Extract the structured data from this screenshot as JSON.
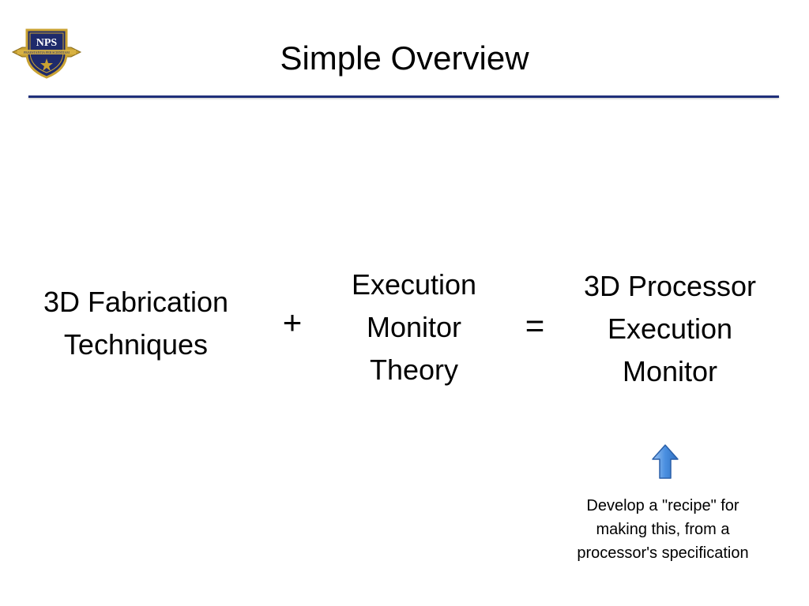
{
  "slide": {
    "title": "Simple Overview",
    "logo": {
      "icon": "nps-crest-icon",
      "letters": "NPS",
      "motto": "PRAESTANTIA PER SCIENTIAM"
    },
    "equation": {
      "term1": [
        "3D Fabrication",
        "Techniques"
      ],
      "plus": "+",
      "term2": [
        "Execution",
        "Monitor",
        "Theory"
      ],
      "equals": "=",
      "result": [
        "3D Processor",
        "Execution",
        "Monitor"
      ]
    },
    "note": {
      "icon": "up-arrow-icon",
      "lines": [
        "Develop a \"recipe\" for",
        "making this, from a",
        "processor's specification"
      ]
    },
    "colors": {
      "rule": "#1f2f7a",
      "arrow": "#4a8fe0",
      "crest_navy": "#1e2a6b",
      "crest_gold": "#c9a233"
    }
  }
}
